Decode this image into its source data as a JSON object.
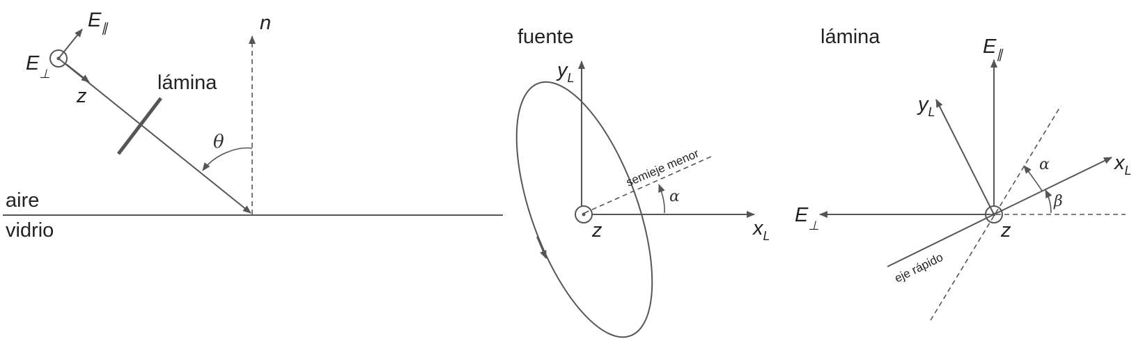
{
  "panel_left": {
    "e_par": "E",
    "e_par_sub": "∥",
    "e_perp": "E",
    "e_perp_sub": "⊥",
    "z": "z",
    "plate": "lámina",
    "normal": "n",
    "theta": "θ",
    "air": "aire",
    "glass": "vidrio"
  },
  "panel_middle": {
    "title": "fuente",
    "y": "y",
    "y_sub": "L",
    "x": "x",
    "x_sub": "L",
    "z": "z",
    "minor_axis": "semieje menor",
    "alpha": "α"
  },
  "panel_right": {
    "title": "lámina",
    "e_par": "E",
    "e_par_sub": "∥",
    "e_perp": "E",
    "e_perp_sub": "⊥",
    "y": "y",
    "y_sub": "L",
    "x": "x",
    "x_sub": "L",
    "z": "z",
    "alpha": "α",
    "beta": "β",
    "fast_axis": "eje rápido"
  }
}
